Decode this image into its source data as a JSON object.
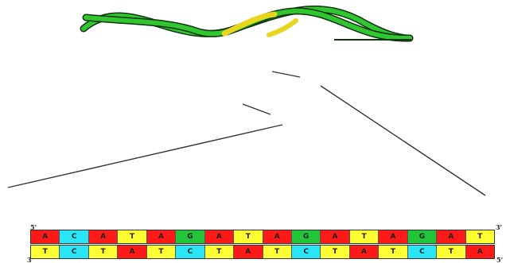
{
  "colors": {
    "A": "#ff1a1a",
    "C": "#29e5f5",
    "G": "#22c43a",
    "T": "#ffff33",
    "helix_green": "#2fc62f",
    "helix_dark": "#123312",
    "helix_yellow": "#e8d51e",
    "line": "#333333"
  },
  "sequence": {
    "top_left_label": "5'",
    "top_right_label": "3'",
    "bottom_left_label": "3'",
    "bottom_right_label": "5'",
    "top_strand": [
      "A",
      "C",
      "A",
      "T",
      "A",
      "G",
      "A",
      "T",
      "A",
      "G",
      "A",
      "T",
      "A",
      "G",
      "A",
      "T"
    ],
    "bottom_strand": [
      "T",
      "C",
      "T",
      "A",
      "T",
      "C",
      "T",
      "A",
      "T",
      "C",
      "T",
      "A",
      "T",
      "C",
      "T",
      "A"
    ]
  }
}
